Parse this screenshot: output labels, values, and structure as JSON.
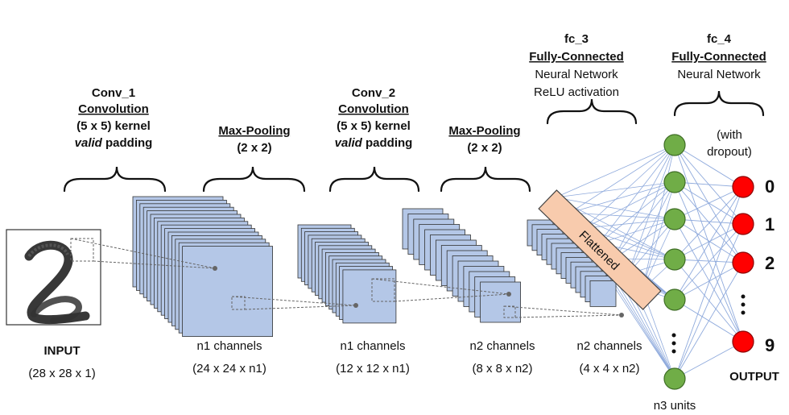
{
  "stages": {
    "conv1": {
      "name": "Conv_1",
      "type": "Convolution",
      "kernel": "(5 x 5) kernel",
      "padding_word": "valid",
      "padding_rest": " padding"
    },
    "pool1": {
      "type": "Max-Pooling",
      "size": "(2 x 2)"
    },
    "conv2": {
      "name": "Conv_2",
      "type": "Convolution",
      "kernel": "(5 x 5) kernel",
      "padding_word": "valid",
      "padding_rest": " padding"
    },
    "pool2": {
      "type": "Max-Pooling",
      "size": "(2 x 2)"
    },
    "fc3": {
      "name": "fc_3",
      "type": "Fully-Connected",
      "line1": "Neural Network",
      "line2": "ReLU activation"
    },
    "fc4": {
      "name": "fc_4",
      "type": "Fully-Connected",
      "line1": "Neural Network",
      "note1": "(with",
      "note2": "dropout)"
    }
  },
  "layers": {
    "input": {
      "label": "INPUT",
      "dims": "(28 x 28 x 1)"
    },
    "conv1_out": {
      "label": "n1 channels",
      "dims": "(24 x 24 x n1)"
    },
    "pool1_out": {
      "label": "n1 channels",
      "dims": "(12 x 12 x n1)"
    },
    "conv2_out": {
      "label": "n2 channels",
      "dims": "(8 x 8 x n2)"
    },
    "pool2_out": {
      "label": "n2 channels",
      "dims": "(4 x 4 x n2)"
    }
  },
  "flattened": "Flattened",
  "hidden_units_label": "n3 units",
  "output": {
    "label": "OUTPUT",
    "classes": [
      "0",
      "1",
      "2",
      "9"
    ],
    "ellipsis": "⋮"
  },
  "colors": {
    "feature_map": "#b4c7e7",
    "flatten_box": "#f8cbad",
    "hidden_node": "#70ad47",
    "output_node": "#ff0000",
    "connection": "#8faadc"
  }
}
